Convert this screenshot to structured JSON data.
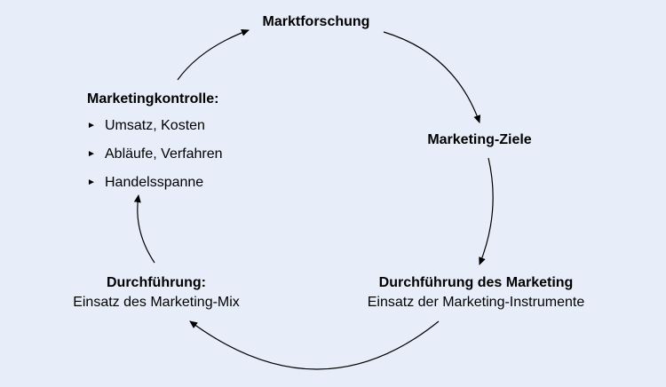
{
  "nodes": {
    "marktforschung": {
      "title": "Marktforschung"
    },
    "marketing_ziele": {
      "title": "Marketing-Ziele"
    },
    "durchfuehrung_marketing": {
      "title": "Durchführung des Marketing",
      "subtitle": "Einsatz der Marketing-Instrumente"
    },
    "durchfuehrung": {
      "title": "Durchführung:",
      "subtitle": "Einsatz des Marketing-Mix"
    },
    "marketingkontrolle": {
      "title": "Marketingkontrolle:",
      "items": [
        "Umsatz, Kosten",
        "Abläufe, Verfahren",
        "Handelsspanne"
      ]
    }
  },
  "bullet_glyph": "►",
  "colors": {
    "background": "#e7eef9",
    "stroke": "#000000"
  }
}
